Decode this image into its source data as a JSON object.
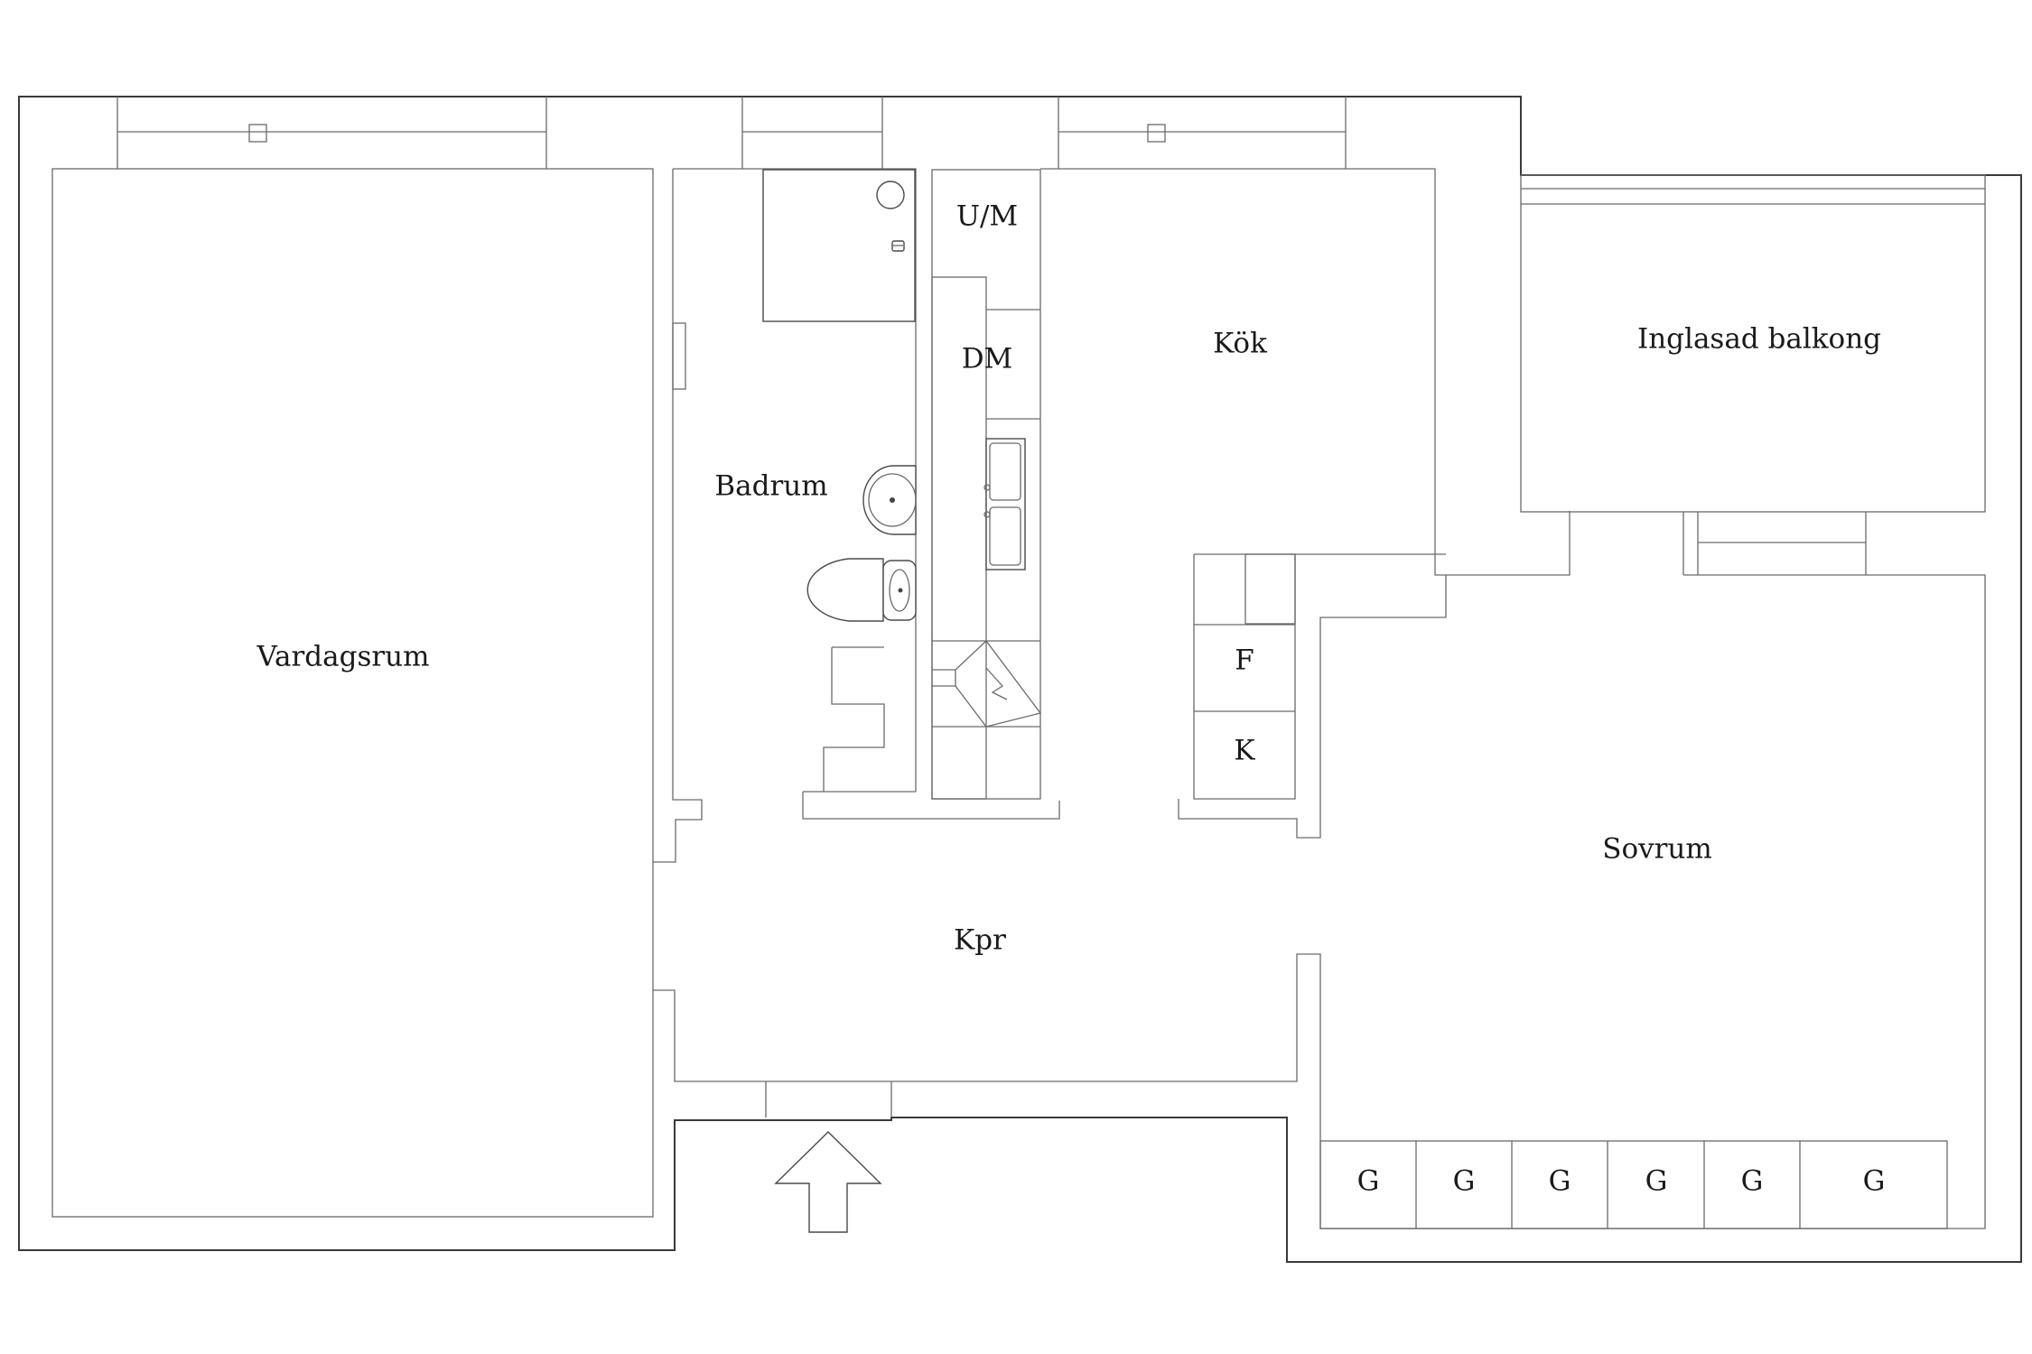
{
  "rooms": {
    "vardagsrum": "Vardagsrum",
    "badrum": "Badrum",
    "um": "U/M",
    "dm": "DM",
    "kok": "Kök",
    "balkong": "Inglasad balkong",
    "fridge": "F",
    "freezer": "K",
    "sovrum": "Sovrum",
    "hall": "Kpr"
  },
  "wardrobes": [
    "G",
    "G",
    "G",
    "G",
    "G",
    "G"
  ]
}
